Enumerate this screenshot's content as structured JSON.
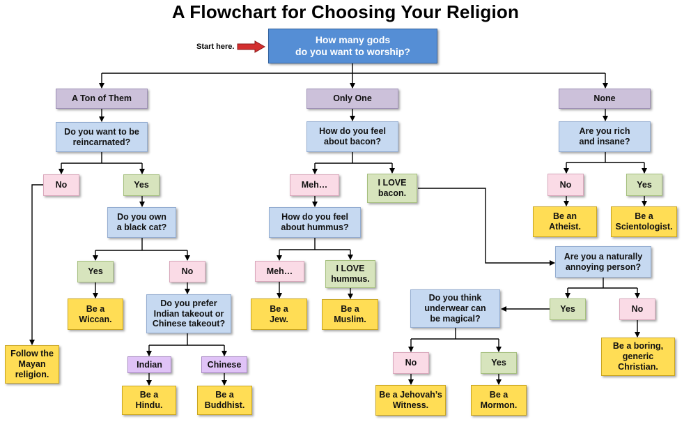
{
  "title": "A Flowchart for Choosing Your Religion",
  "start_label": "Start here.",
  "colors": {
    "question": "#c6d9f1",
    "yes": "#d7e4bd",
    "no": "#fadbe6",
    "category": "#ccc1da",
    "choice": "#e0c3f7",
    "result": "#ffdd55",
    "start_question": "#558ed5",
    "start_arrow": "#d32f2f"
  },
  "nodes": {
    "start": "How many gods\ndo you want to worship?",
    "cat_many": "A Ton of Them",
    "cat_one": "Only One",
    "cat_none": "None",
    "q_reincarnated": "Do you want to be\nreincarnated?",
    "no_reincarnated": "No",
    "yes_reincarnated": "Yes",
    "res_mayan": "Follow the\nMayan\nreligion.",
    "q_black_cat": "Do you own\na black cat?",
    "yes_cat": "Yes",
    "no_cat": "No",
    "res_wiccan": "Be a\nWiccan.",
    "q_takeout": "Do you prefer\nIndian takeout or\nChinese takeout?",
    "opt_indian": "Indian",
    "opt_chinese": "Chinese",
    "res_hindu": "Be a\nHindu.",
    "res_buddhist": "Be a\nBuddhist.",
    "q_bacon": "How do you feel\nabout bacon?",
    "meh_bacon": "Meh…",
    "love_bacon": "I  LOVE\nbacon.",
    "q_hummus": "How do you feel\nabout hummus?",
    "meh_hummus": "Meh…",
    "love_hummus": "I  LOVE\nhummus.",
    "res_jew": "Be a\nJew.",
    "res_muslim": "Be a\nMuslim.",
    "q_annoying": "Are you a naturally\nannoying person?",
    "yes_annoying": "Yes",
    "no_annoying": "No",
    "res_christian": "Be a boring,\ngeneric\nChristian.",
    "q_underwear": "Do you think\nunderwear can\nbe magical?",
    "no_underwear": "No",
    "yes_underwear": "Yes",
    "res_jehovah": "Be a Jehovah’s\nWitness.",
    "res_mormon": "Be a\nMormon.",
    "q_rich": "Are you rich\nand insane?",
    "no_rich": "No",
    "yes_rich": "Yes",
    "res_atheist": "Be an\nAtheist.",
    "res_scientologist": "Be a\nScientologist."
  }
}
